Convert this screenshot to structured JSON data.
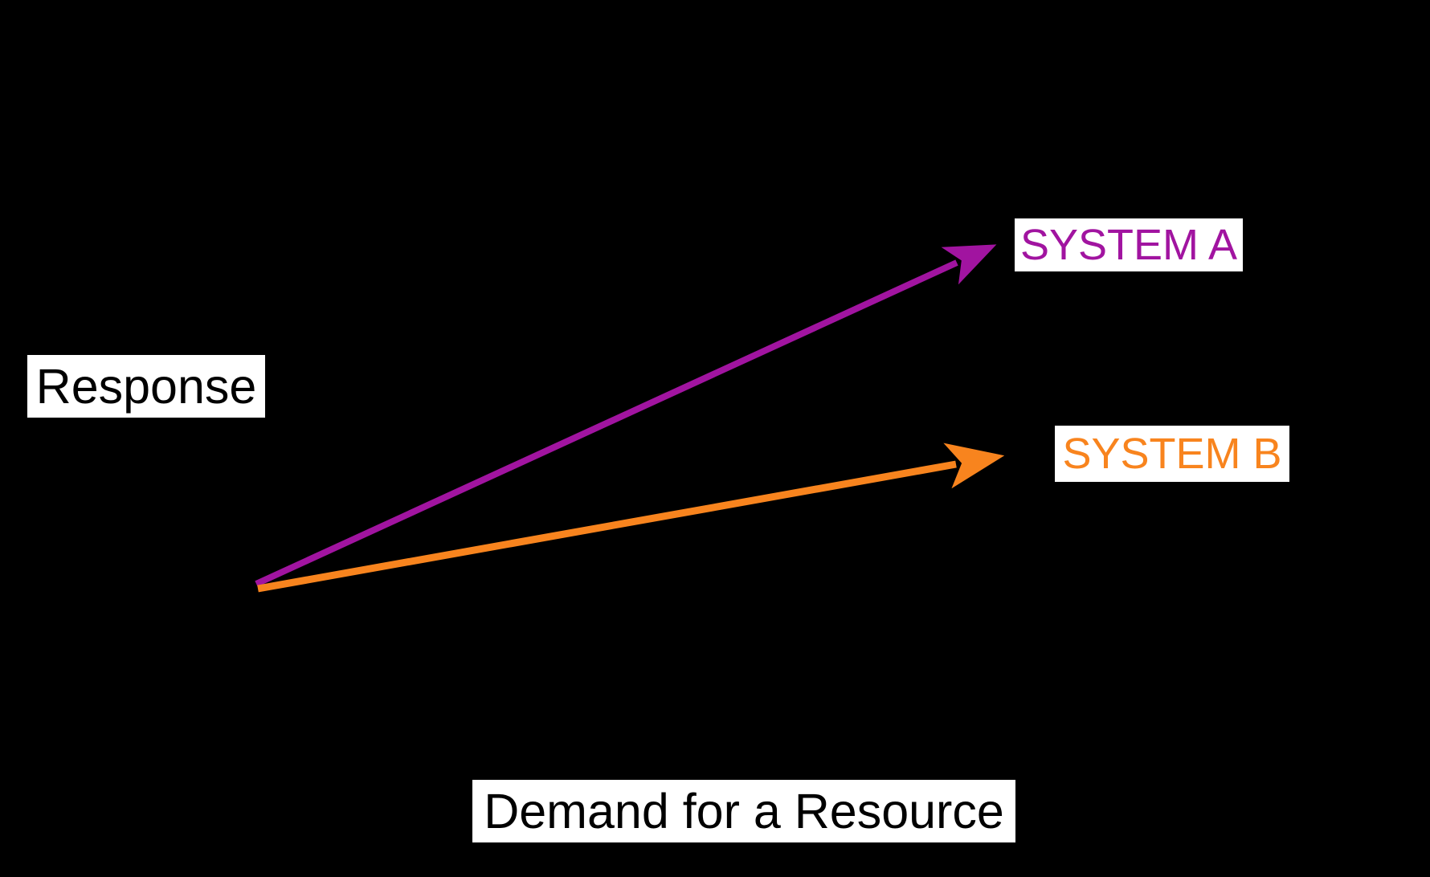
{
  "diagram": {
    "background_color": "#000000",
    "label_background_color": "#FFFFFF",
    "axis_text_color": "#000000",
    "y_axis_label": "Response",
    "x_axis_label": "Demand for a Resource",
    "arrows": [
      {
        "label": "SYSTEM A",
        "color": "#A114A0"
      },
      {
        "label": "SYSTEM B",
        "color": "#F8841E"
      }
    ]
  }
}
